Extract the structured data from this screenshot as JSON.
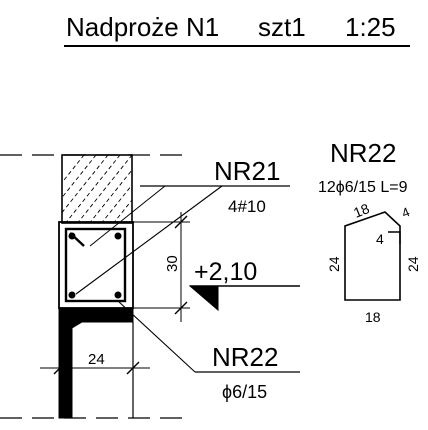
{
  "title": {
    "name": "Nadproże N1",
    "quantity": "szt1",
    "scale": "1:25"
  },
  "labels": {
    "nr21_title": "NR21",
    "nr21_spec": "4#10",
    "nr22_title": "NR22",
    "nr22_spec": "ϕ6/15",
    "level_mark": "+2,10",
    "dim_30": "30",
    "dim_24_bottom": "24"
  },
  "detail_nr22": {
    "title": "NR22",
    "spec": "12ϕ6/15 L=9",
    "dim_top": "18",
    "dim_hook": "4",
    "dim_inner": "4",
    "dim_left": "24",
    "dim_right": "24",
    "dim_bottom": "18"
  },
  "colors": {
    "ink": "#000000",
    "paper": "#ffffff"
  }
}
